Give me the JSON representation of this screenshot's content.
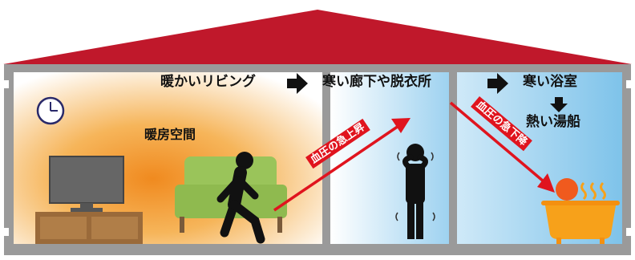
{
  "labels": {
    "living_room": "暖かいリビング",
    "hallway": "寒い廊下や脱衣所",
    "bathroom": "寒い浴室",
    "hot_bath": "熱い湯船",
    "warm_space": "暖房空間",
    "bp_rise": "血圧の急上昇",
    "bp_drop": "血圧の急下降"
  },
  "icons": [
    "clock-icon",
    "television-icon",
    "sofa-icon",
    "walking-person-icon",
    "shivering-person-icon",
    "bathtub-icon",
    "arrow-right-icon",
    "arrow-down-icon"
  ],
  "colors": {
    "roof": "#c0182b",
    "walls": "#9a9a9a",
    "warm": "#f08a1f",
    "cold": "#7ec3ea",
    "arrow": "#e0141e",
    "tub": "#f7a11a",
    "sofa": "#8fba4f"
  }
}
